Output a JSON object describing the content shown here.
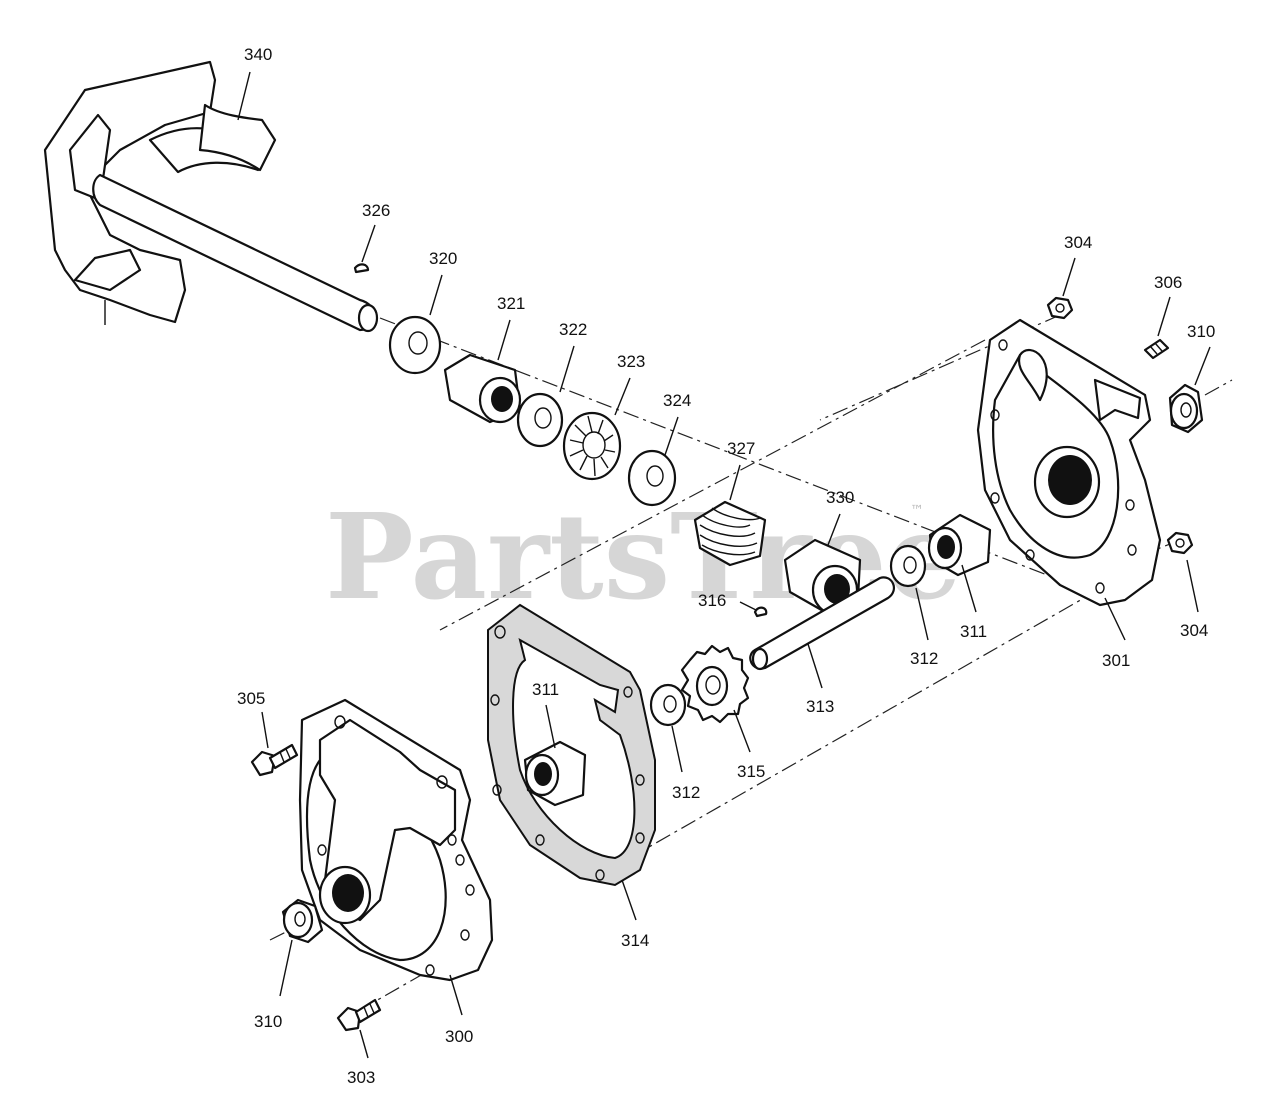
{
  "watermark": {
    "text": "PartsTree",
    "trademark": "™"
  },
  "callouts": [
    {
      "id": "c340",
      "label": "340"
    },
    {
      "id": "c326",
      "label": "326"
    },
    {
      "id": "c320",
      "label": "320"
    },
    {
      "id": "c321",
      "label": "321"
    },
    {
      "id": "c322",
      "label": "322"
    },
    {
      "id": "c323",
      "label": "323"
    },
    {
      "id": "c324",
      "label": "324"
    },
    {
      "id": "c327",
      "label": "327"
    },
    {
      "id": "c330",
      "label": "330"
    },
    {
      "id": "c304a",
      "label": "304"
    },
    {
      "id": "c306",
      "label": "306"
    },
    {
      "id": "c310a",
      "label": "310"
    },
    {
      "id": "c316",
      "label": "316"
    },
    {
      "id": "c312a",
      "label": "312"
    },
    {
      "id": "c311a",
      "label": "311"
    },
    {
      "id": "c301",
      "label": "301"
    },
    {
      "id": "c304b",
      "label": "304"
    },
    {
      "id": "c313",
      "label": "313"
    },
    {
      "id": "c305",
      "label": "305"
    },
    {
      "id": "c311b",
      "label": "311"
    },
    {
      "id": "c312b",
      "label": "312"
    },
    {
      "id": "c315",
      "label": "315"
    },
    {
      "id": "c314",
      "label": "314"
    },
    {
      "id": "c310b",
      "label": "310"
    },
    {
      "id": "c300",
      "label": "300"
    },
    {
      "id": "c303",
      "label": "303"
    }
  ]
}
